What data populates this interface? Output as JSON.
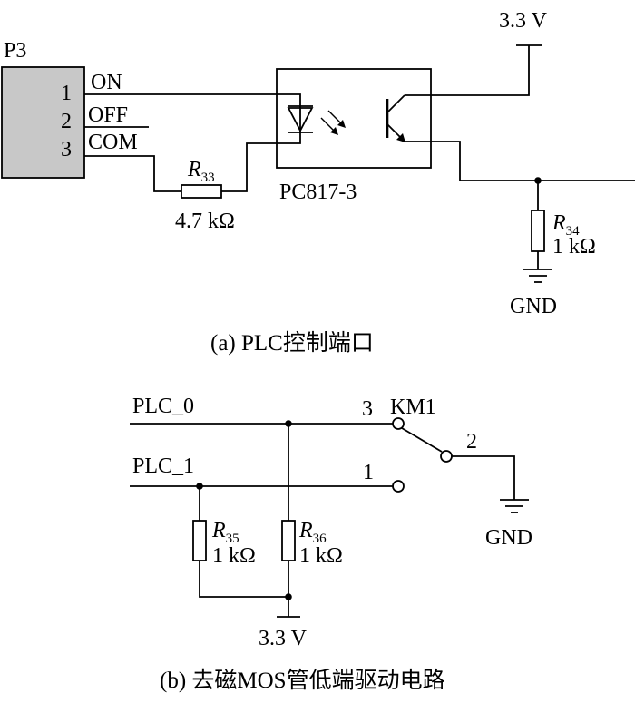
{
  "caption_a": "(a)  PLC控制端口",
  "caption_b": "(b)  去磁MOS管低端驱动电路",
  "circuit_a": {
    "connector": {
      "name": "P3",
      "pins": [
        {
          "number": "1",
          "label": "ON"
        },
        {
          "number": "2",
          "label": "OFF"
        },
        {
          "number": "3",
          "label": "COM"
        }
      ]
    },
    "optocoupler": "PC817-3",
    "supply": "3.3 V",
    "ground": "GND",
    "r33": {
      "letter": "R",
      "sub": "33",
      "value": "4.7 kΩ"
    },
    "r34": {
      "letter": "R",
      "sub": "34",
      "value": "1 kΩ"
    }
  },
  "circuit_b": {
    "inputs": [
      "PLC_0",
      "PLC_1"
    ],
    "relay": "KM1",
    "pins": [
      "3",
      "1",
      "2"
    ],
    "supply": "3.3 V",
    "ground": "GND",
    "r35": {
      "letter": "R",
      "sub": "35",
      "value": "1 kΩ"
    },
    "r36": {
      "letter": "R",
      "sub": "36",
      "value": "1 kΩ"
    }
  },
  "colors": {
    "connector_fill": "#c8c8c8",
    "wire": "#000000"
  }
}
